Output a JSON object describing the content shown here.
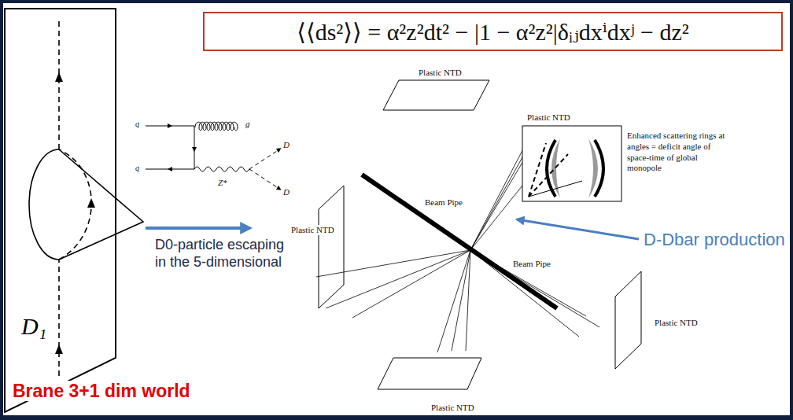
{
  "diagram": {
    "nodes": [
      {
        "text": [
          "⟨⟨ds²⟩⟩ = α²z²dt² − |1 − α²z²|δᵢⱼdxⁱdxʲ − dz²"
        ]
      },
      {
        "text": [
          "D₁"
        ]
      }
    ],
    "labels": [
      "Brane 3+1 dim world",
      "q",
      "q",
      "g",
      "Z*",
      "D",
      "D",
      "D0-particle escaping in the 5-dimensional",
      "Plastic NTD",
      "Plastic NTD",
      "Plastic NTD",
      "Beam Pipe",
      "Enhanced scattering rings at angles = deficit angle of space-time of global monopole",
      "D-Dbar production",
      "Beam Pipe",
      "Plastic NTD",
      "Plastic NTD"
    ]
  }
}
